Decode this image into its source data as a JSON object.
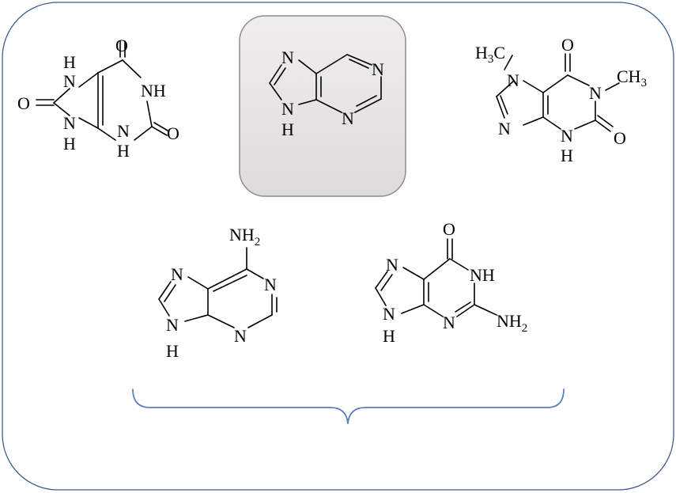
{
  "colors": {
    "frame": "#3f5e8e",
    "brace": "#5a7fbf",
    "highlight": "#e8e7e5"
  },
  "molecules": {
    "uric_acid": {
      "labels": [
        "H",
        "N",
        "O",
        "NH",
        "O",
        "N",
        "H",
        "N",
        "H",
        "O"
      ]
    },
    "purine": {
      "labels": [
        "N",
        "N",
        "N",
        "N",
        "H"
      ]
    },
    "theophylline_like": {
      "methyl_left": "H",
      "methyl_left_sub": "3",
      "methyl_left_c": "C",
      "methyl_right": "CH",
      "methyl_right_sub": "3",
      "labels": [
        "N",
        "O",
        "N",
        "N",
        "N",
        "H",
        "O"
      ]
    },
    "adenine": {
      "amine": "NH",
      "amine_sub": "2",
      "labels": [
        "N",
        "N",
        "N",
        "N",
        "H"
      ]
    },
    "guanine": {
      "amine": "NH",
      "amine_sub": "2",
      "labels": [
        "O",
        "NH",
        "N",
        "N",
        "N",
        "H"
      ]
    }
  }
}
